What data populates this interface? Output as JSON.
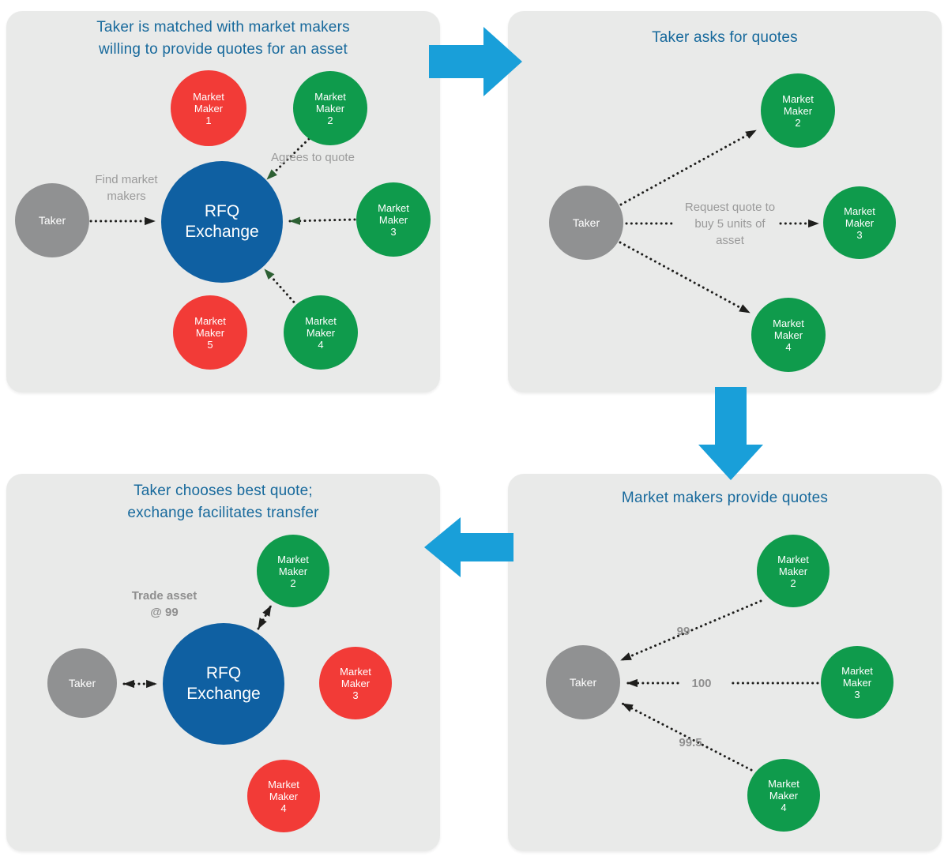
{
  "colors": {
    "page_bg": "#ffffff",
    "panel_bg": "#e9eae9",
    "title_text": "#17699c",
    "label_text": "#9a9a9a",
    "node_text": "#ffffff",
    "red_node": "#f23b37",
    "green_node": "#0f9b4c",
    "blue_node": "#0f60a2",
    "gray_node": "#909192",
    "flow_arrow": "#199fd9",
    "dot_line": "#1e1e1c",
    "green_head": "#2d6033"
  },
  "step1": {
    "title": "Taker is matched with market makers\nwilling to provide quotes for an asset",
    "labels": {
      "find_market_makers": "Find market\nmakers",
      "agrees_to_quote": "Agrees to quote"
    },
    "nodes": {
      "taker": "Taker",
      "rfq_exchange": "RFQ\nExchange",
      "mm1": "Market\nMaker\n1",
      "mm2": "Market\nMaker\n2",
      "mm3": "Market\nMaker\n3",
      "mm4": "Market\nMaker\n4",
      "mm5": "Market\nMaker\n5"
    }
  },
  "step2": {
    "title": "Taker asks for quotes",
    "labels": {
      "request_quote": "Request quote to\nbuy 5 units of\nasset"
    },
    "nodes": {
      "taker": "Taker",
      "mm2": "Market\nMaker\n2",
      "mm3": "Market\nMaker\n3",
      "mm4": "Market\nMaker\n4"
    }
  },
  "step3": {
    "title": "Market makers provide quotes",
    "labels": {
      "quote_mm2": "99",
      "quote_mm3": "100",
      "quote_mm4": "99.5"
    },
    "nodes": {
      "taker": "Taker",
      "mm2": "Market\nMaker\n2",
      "mm3": "Market\nMaker\n3",
      "mm4": "Market\nMaker\n4"
    }
  },
  "step4": {
    "title": "Taker chooses best quote;\nexchange facilitates transfer",
    "labels": {
      "trade_asset": "Trade asset\n@ 99"
    },
    "nodes": {
      "taker": "Taker",
      "rfq_exchange": "RFQ\nExchange",
      "mm2": "Market\nMaker\n2",
      "mm3": "Market\nMaker\n3",
      "mm4": "Market\nMaker\n4"
    }
  }
}
